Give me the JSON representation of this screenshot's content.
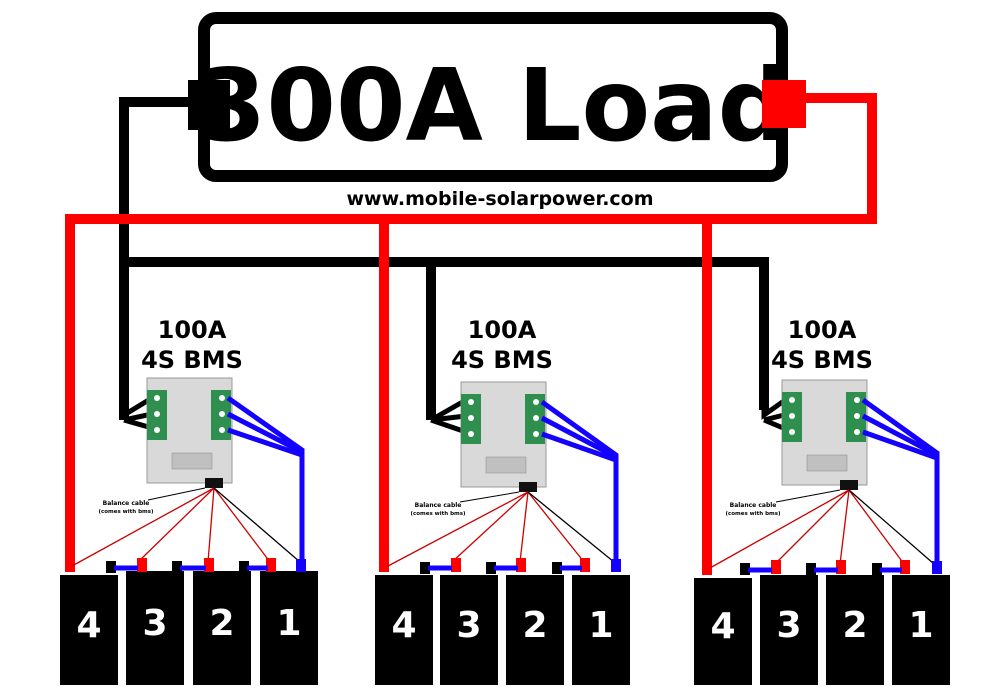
{
  "load": {
    "label": "300A Load"
  },
  "website": "www.mobile-solarpower.com",
  "colors": {
    "positive": "#ff0000",
    "negative": "#000000",
    "series_link": "#1400ff",
    "balance_wire_red": "#cc0000",
    "balance_wire_black": "#000000",
    "bms_board": "#dcdcdc",
    "bms_tab": "#2f8f4e"
  },
  "banks": [
    {
      "bms_line1": "100A",
      "bms_line2": "4S BMS",
      "balance_note_line1": "Balance cable",
      "balance_note_line2": "(comes with bms)",
      "cells": [
        "4",
        "3",
        "2",
        "1"
      ]
    },
    {
      "bms_line1": "100A",
      "bms_line2": "4S BMS",
      "balance_note_line1": "Balance cable",
      "balance_note_line2": "(comes with bms)",
      "cells": [
        "4",
        "3",
        "2",
        "1"
      ]
    },
    {
      "bms_line1": "100A",
      "bms_line2": "4S BMS",
      "balance_note_line1": "Balance cable",
      "balance_note_line2": "(comes with bms)",
      "cells": [
        "4",
        "3",
        "2",
        "1"
      ]
    }
  ]
}
